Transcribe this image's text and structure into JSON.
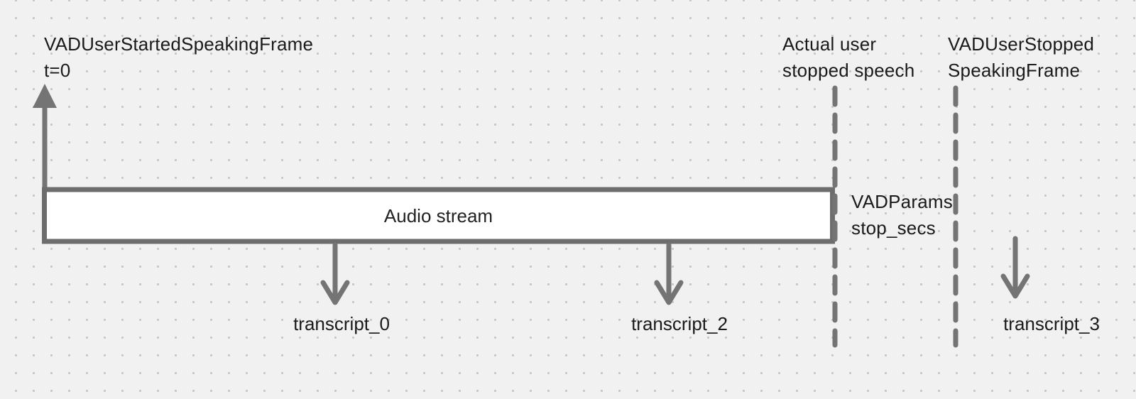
{
  "canvas": {
    "background_color": "#f1f1f1",
    "dot_color": "#c6c6c6",
    "line_color": "#747474",
    "box_border_color": "#6d6d6d",
    "box_fill_color": "#ffffff",
    "text_color": "#1a1a1a"
  },
  "timeline": {
    "start_event": {
      "label": "VADUserStartedSpeakingFrame",
      "time_label": "t=0"
    },
    "audio_stream": {
      "label": "Audio stream"
    },
    "markers": {
      "actual_stop": {
        "line1": "Actual user",
        "line2": "stopped speech"
      },
      "vad_stop": {
        "line1": "VADUserStopped",
        "line2": "SpeakingFrame"
      },
      "vad_params": {
        "line1": "VADParams",
        "line2": "stop_secs"
      }
    },
    "transcripts": [
      {
        "label": "transcript_0"
      },
      {
        "label": "transcript_2"
      },
      {
        "label": "transcript_3"
      }
    ]
  }
}
